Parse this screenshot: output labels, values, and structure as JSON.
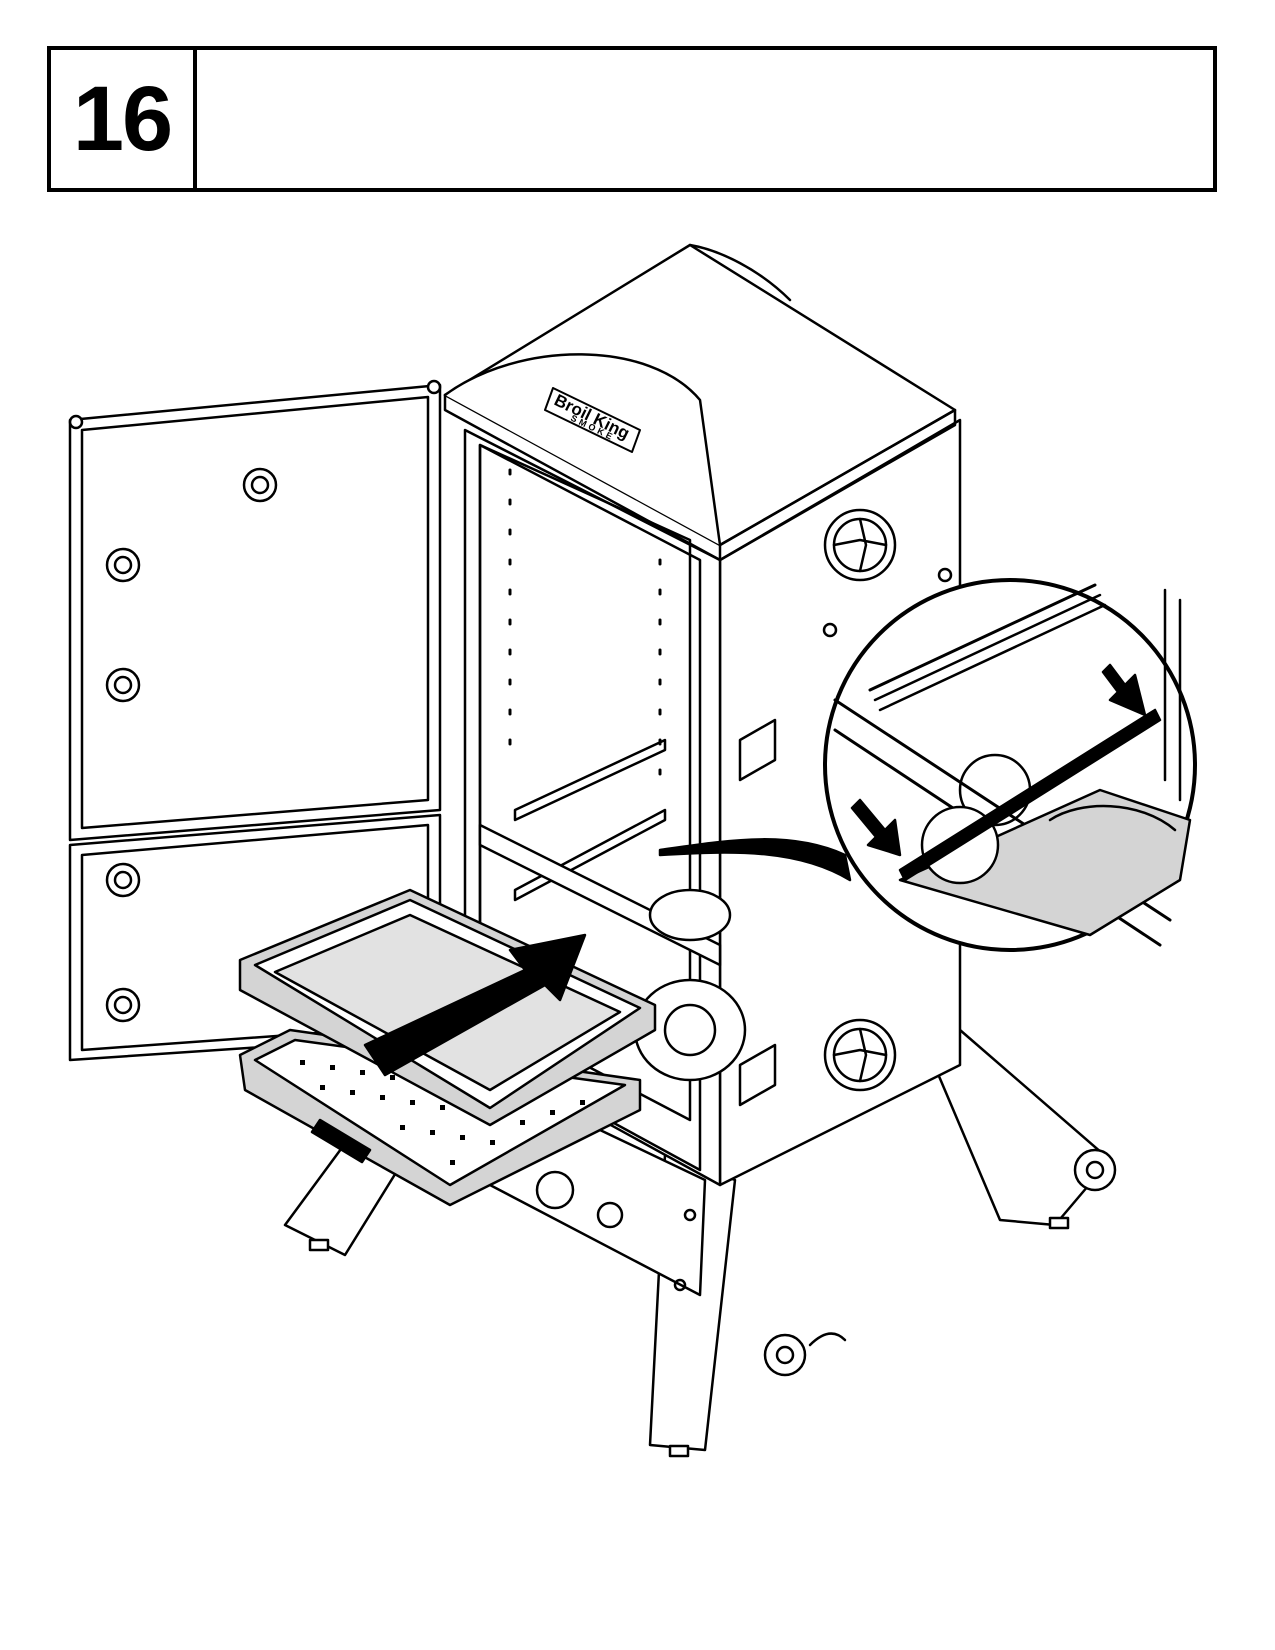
{
  "step": {
    "number": "16",
    "instruction": ""
  },
  "illustration": {
    "brand_logo": {
      "line1": "Broil King",
      "line2": "SMOKE"
    },
    "icons": [
      "smoker-cabinet",
      "open-door",
      "water-pan",
      "wood-chip-tray",
      "insert-arrow",
      "detail-callout",
      "bracket-arrow"
    ],
    "colors": {
      "line": "#000000",
      "fill_gray": "#d4d4d4",
      "background": "#ffffff"
    }
  }
}
